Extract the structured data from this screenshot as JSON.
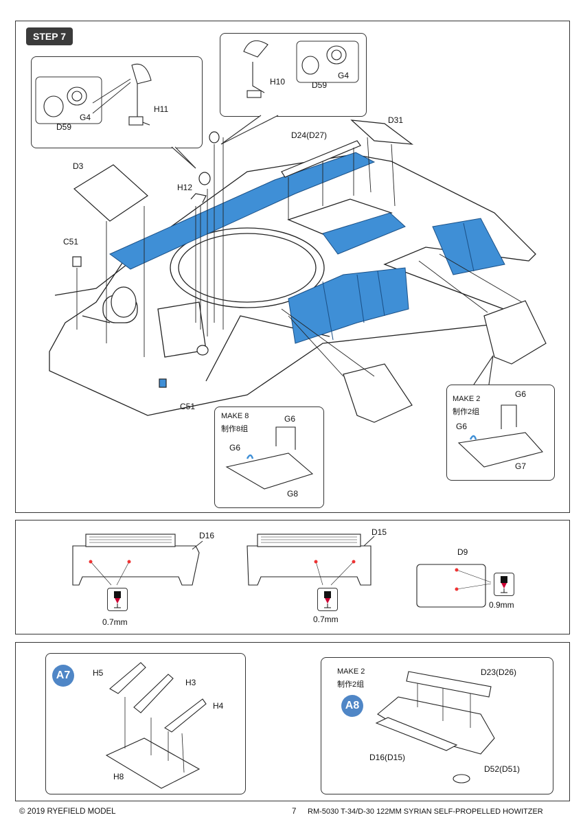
{
  "step": {
    "label": "STEP 7"
  },
  "main_parts": {
    "d3": "D3",
    "c51_top": "C51",
    "c51_bottom": "C51",
    "h12": "H12",
    "h11": "H11",
    "h10": "H10",
    "d24": "D24(D27)",
    "d31": "D31"
  },
  "callout_left": {
    "g4": "G4",
    "d59": "D59",
    "h11": "H11"
  },
  "callout_right": {
    "h10": "H10",
    "d59": "D59",
    "g4": "G4"
  },
  "make8": {
    "title": "MAKE 8",
    "subtitle": "制作8组",
    "g6_top": "G6",
    "g6_side": "G6",
    "g8": "G8"
  },
  "make2_g": {
    "title": "MAKE 2",
    "subtitle": "制作2组",
    "g6_top": "G6",
    "g6_side": "G6",
    "g7": "G7"
  },
  "drill_panel": {
    "d16": "D16",
    "d15": "D15",
    "d9": "D9",
    "size_1": "0.7mm",
    "size_2": "0.7mm",
    "size_3": "0.9mm"
  },
  "a7": {
    "badge": "A7",
    "h5": "H5",
    "h3": "H3",
    "h4": "H4",
    "h8": "H8"
  },
  "a8": {
    "badge": "A8",
    "title": "MAKE 2",
    "subtitle": "制作2组",
    "d23": "D23(D26)",
    "d16": "D16(D15)",
    "d52": "D52(D51)"
  },
  "footer": {
    "copyright": "© 2019 RYEFIELD MODEL",
    "page": "7",
    "product": "RM-5030 T-34/D-30 122MM SYRIAN SELF-PROPELLED HOWITZER"
  },
  "colors": {
    "highlight": "#3f8fd6",
    "badge": "#4f86c6",
    "step": "#3b3b3b"
  }
}
